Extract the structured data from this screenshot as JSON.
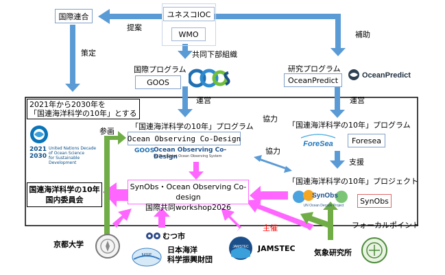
{
  "nodes": {
    "unesco_ioc": "ユネスコIOC",
    "wmo": "WMO",
    "united_nations": "国際連合",
    "intl_program_label": "国際プログラム",
    "goos": "GOOS",
    "goos_logo_text": "GOOS",
    "research_program_label": "研究プログラム",
    "oceanpredict": "OceanPredict",
    "oceanpredict_logo_text": "OceanPredict",
    "decade_note_line1": "2021年から2030年を",
    "decade_note_line2": "「国連海洋科学の10年」とする",
    "un_decade_logo_year1": "2021",
    "un_decade_logo_year2": "2030",
    "un_decade_logo_text1": "United Nations Decade",
    "un_decade_logo_text2": "of Ocean Science",
    "un_decade_logo_text3": "for Sustainable Development",
    "national_committee_line1": "国連海洋科学の10年",
    "national_committee_line2": "国内委員会",
    "decade_program_left": "「国連海洋科学の10年」プログラム",
    "ocean_observing_codesign": "Ocean Observing Co-Design",
    "codesign_logo_goos": "GOOS",
    "codesign_logo_title": "Ocean Observing Co-Design",
    "codesign_logo_sub": "by The Global Ocean Observing System",
    "decade_program_right": "「国連海洋科学の10年」プログラム",
    "foresea_logo": "ForeSea",
    "foresea": "Foresea",
    "decade_project": "「国連海洋科学の10年」プロジェクト",
    "synobs_logo": "SynObs",
    "synobs_logo_sub": "UN Ocean Decade Project",
    "synobs": "SynObs",
    "workshop_line1": "SynObs・Ocean Observing Co-design",
    "workshop_line2": "国際共同workshop2026",
    "kyoto_univ": "京都大学",
    "mutsu_city": "むつ市",
    "jmarine_line1": "日本海洋",
    "jmarine_line2": "科学振興財団",
    "jamstec": "JAMSTEC",
    "jamstec_logo": "JAMSTEC",
    "mri": "気象研究所",
    "msf_logo": "MSF"
  },
  "edge_labels": {
    "proposal": "提案",
    "formulation": "策定",
    "joint_subsidiary": "共同下部組織",
    "subsidy": "補助",
    "operation_left": "運営",
    "operation_right": "運営",
    "participation": "参画",
    "cooperation_top": "協力",
    "cooperation_mid": "協力",
    "support": "支援",
    "host": "主催",
    "focal_point": "フォーカルポイント"
  },
  "colors": {
    "blue_arrow": "#5b9bd5",
    "pink_arrow": "#ff66ff",
    "green_arrow": "#70ad47",
    "box_border": "#7f9fc8",
    "host_label": "#ff0000"
  }
}
